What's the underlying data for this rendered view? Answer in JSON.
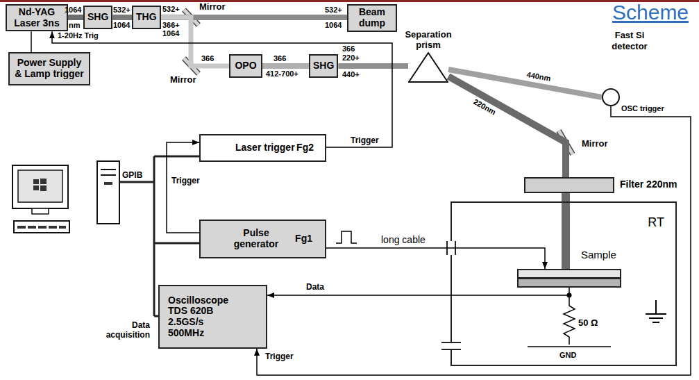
{
  "diagram": {
    "title": "Scheme",
    "nodes": [
      {
        "text": [
          "Nd-YAG Laser 3ns"
        ]
      },
      {
        "text": [
          "SHG"
        ]
      },
      {
        "text": [
          "THG"
        ]
      },
      {
        "text": [
          "Beam dump"
        ]
      },
      {
        "text": [
          "OPO"
        ]
      },
      {
        "text": [
          "SHG"
        ]
      },
      {
        "text": [
          "Separation prism"
        ]
      },
      {
        "text": [
          "Fast Si detector"
        ]
      },
      {
        "text": [
          "Power Supply & Lamp trigger"
        ]
      },
      {
        "text": [
          "Laser trigger",
          "Fg2"
        ]
      },
      {
        "text": [
          "Pulse generator",
          "Fg1"
        ]
      },
      {
        "text": [
          "Filter 220nm"
        ]
      },
      {
        "text": [
          "RT"
        ]
      },
      {
        "text": [
          "Sample"
        ],
        "in": 12
      },
      {
        "text": [
          "Oscilloscope TDS 620B 2.5GS/s 500MHz"
        ]
      }
    ],
    "edges": [
      {
        "from": 0,
        "to": 1,
        "arrow": "none"
      },
      {
        "from": 1,
        "to": 2,
        "arrow": "none"
      },
      {
        "from": 2,
        "to": 3,
        "arrow": "none"
      },
      {
        "from": 2,
        "to": 4,
        "arrow": "none"
      },
      {
        "from": 4,
        "to": 5,
        "arrow": "none"
      },
      {
        "from": 5,
        "to": 6,
        "arrow": "none"
      },
      {
        "from": 6,
        "to": 7,
        "arrow": "none"
      },
      {
        "from": 6,
        "to": 11,
        "arrow": "none"
      },
      {
        "from": 11,
        "to": 13,
        "arrow": "none"
      },
      {
        "from": 8,
        "to": 0,
        "arrow": "none"
      },
      {
        "from": 9,
        "to": 0,
        "arrow": "to",
        "label": "1-20Hz Trig"
      },
      {
        "from": 10,
        "to": 9,
        "arrow": "to",
        "label": "Trigger"
      },
      {
        "from": 10,
        "to": 13,
        "arrow": "to",
        "label": "long cable"
      },
      {
        "from": 13,
        "to": 14,
        "arrow": "to",
        "label": "Data"
      },
      {
        "from": 7,
        "to": 14,
        "arrow": "to",
        "label": "OSC trigger"
      }
    ],
    "labels": [
      "Mirror",
      "Mirror",
      "Mirror",
      "1064",
      "nm",
      "532+",
      "1064",
      "532+",
      "366+",
      "1064",
      "532+",
      "1064",
      "366",
      "366",
      "412-700+",
      "366",
      "220+",
      "440+",
      "440nm",
      "220nm",
      "Trigger",
      "GPIB",
      "Data acquisition",
      "Trigger",
      "50 Ω",
      "GND"
    ]
  }
}
